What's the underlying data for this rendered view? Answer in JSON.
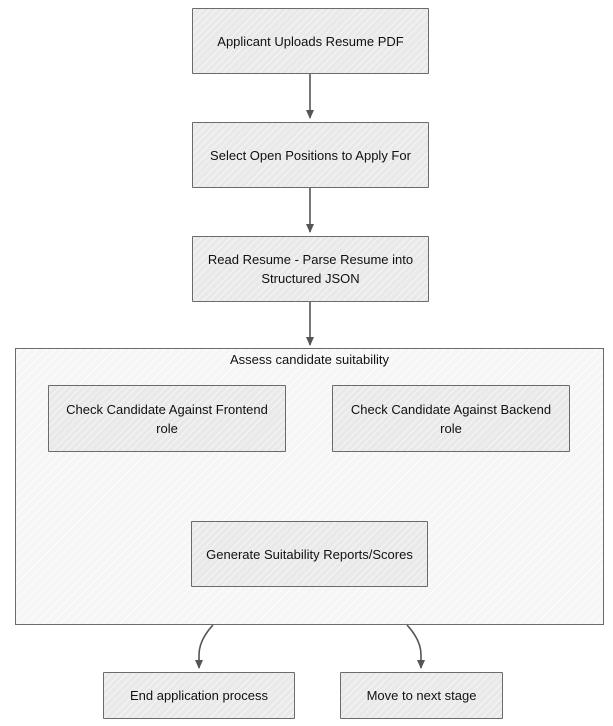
{
  "diagram": {
    "nodes": {
      "upload_resume": "Applicant Uploads Resume PDF",
      "select_positions": "Select Open Positions to Apply For",
      "parse_resume": "Read Resume - Parse Resume into Structured JSON",
      "check_frontend": "Check Candidate Against Frontend role",
      "check_backend": "Check Candidate Against Backend role",
      "generate_reports": "Generate Suitability Reports/Scores",
      "end_process": "End application process",
      "next_stage": "Move to next stage"
    },
    "group": {
      "title": "Assess candidate suitability"
    }
  }
}
